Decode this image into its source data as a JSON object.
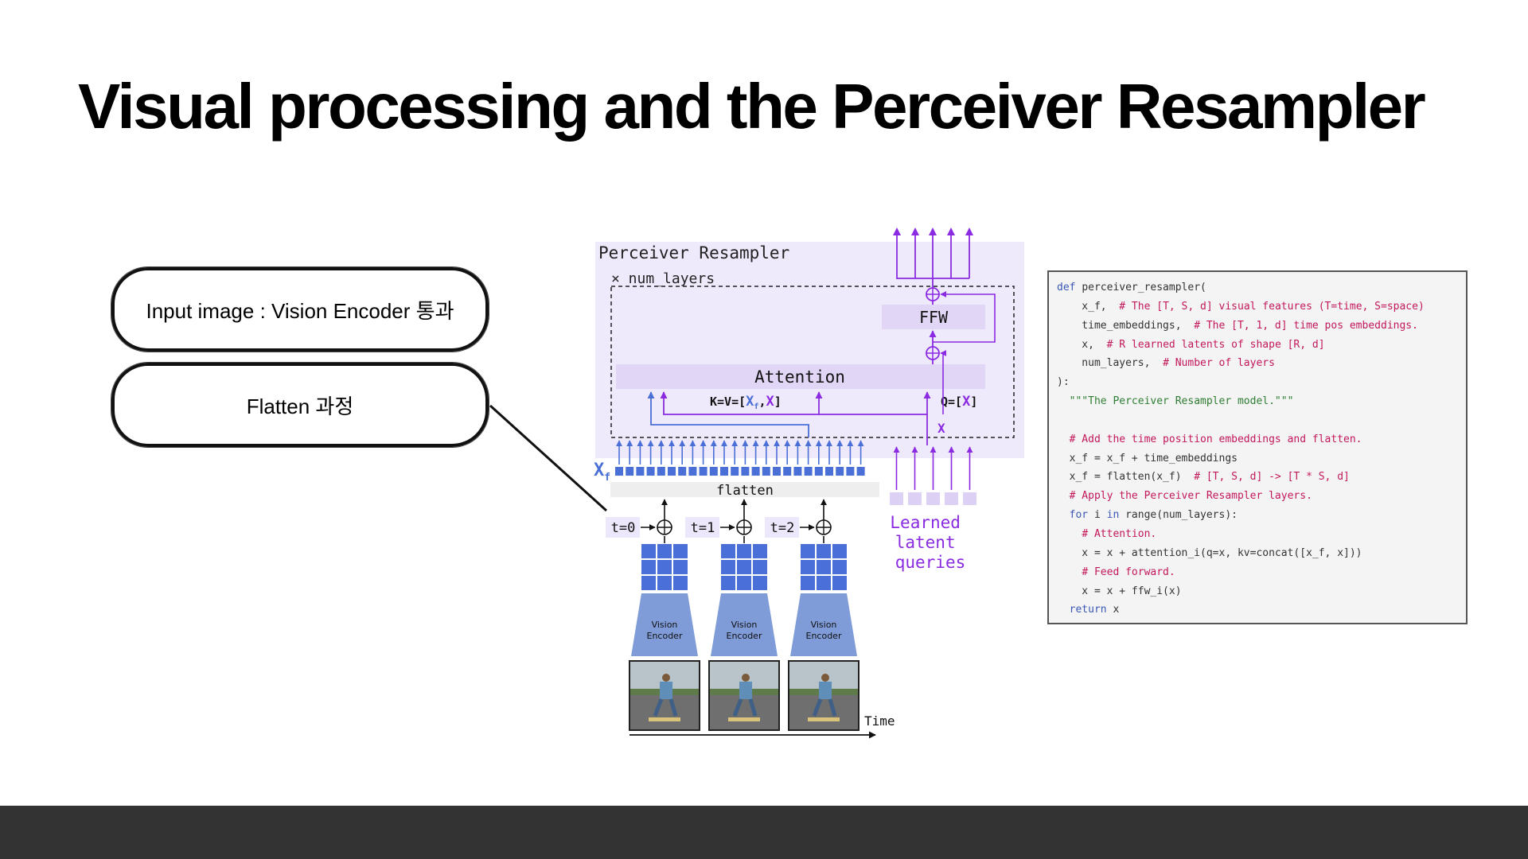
{
  "slide": {
    "title": "Visual processing and the Perceiver Resampler"
  },
  "callouts": [
    {
      "text": "Input image : Vision Encoder 통과"
    },
    {
      "text": "Flatten 과정"
    }
  ],
  "diagram": {
    "resampler_label": "Perceiver Resampler",
    "layers_label": "× num_layers",
    "ffw_label": "FFW",
    "attention_label": "Attention",
    "kv_prefix": "K=V=[",
    "kv_xf": "X",
    "kv_sub": "f",
    "kv_sep": ",",
    "kv_x": "X",
    "kv_suffix": "]",
    "q_prefix": "Q=[",
    "q_x": "X",
    "q_suffix": "]",
    "x_label": "X",
    "xf_label": "X",
    "xf_sub": "f",
    "flatten_label": "flatten",
    "time_steps": [
      "t=0",
      "t=1",
      "t=2"
    ],
    "encoder_label_line1": "Vision",
    "encoder_label_line2": "Encoder",
    "learned_lines": [
      "Learned",
      "latent",
      "queries"
    ],
    "time_label": "Time",
    "colors": {
      "purple": "#8a2be2",
      "blue": "#4a6fd6",
      "light_purple": "#ede7fb",
      "encoder_blue": "#7f9bd8"
    }
  },
  "code": {
    "lines": [
      [
        {
          "t": "def ",
          "c": "kw"
        },
        {
          "t": "perceiver_resampler("
        }
      ],
      [
        {
          "t": "    x_f,  "
        },
        {
          "t": "# The [T, S, d] visual features (T=time, S=space)",
          "c": "cm"
        }
      ],
      [
        {
          "t": "    time_embeddings,  "
        },
        {
          "t": "# The [T, 1, d] time pos embeddings.",
          "c": "cm"
        }
      ],
      [
        {
          "t": "    x,  "
        },
        {
          "t": "# R learned latents of shape [R, d]",
          "c": "cm"
        }
      ],
      [
        {
          "t": "    num_layers,  "
        },
        {
          "t": "# Number of layers",
          "c": "cm"
        }
      ],
      [
        {
          "t": "):"
        }
      ],
      [
        {
          "t": "  "
        },
        {
          "t": "\"\"\"The Perceiver Resampler model.\"\"\"",
          "c": "st"
        }
      ],
      [
        {
          "t": ""
        }
      ],
      [
        {
          "t": "  "
        },
        {
          "t": "# Add the time position embeddings and flatten.",
          "c": "cm"
        }
      ],
      [
        {
          "t": "  x_f = x_f + time_embeddings"
        }
      ],
      [
        {
          "t": "  x_f = flatten(x_f)  "
        },
        {
          "t": "# [T, S, d] -> [T * S, d]",
          "c": "cm"
        }
      ],
      [
        {
          "t": "  "
        },
        {
          "t": "# Apply the Perceiver Resampler layers.",
          "c": "cm"
        }
      ],
      [
        {
          "t": "  "
        },
        {
          "t": "for",
          "c": "kw"
        },
        {
          "t": " i "
        },
        {
          "t": "in",
          "c": "kw"
        },
        {
          "t": " range(num_layers):"
        }
      ],
      [
        {
          "t": "    "
        },
        {
          "t": "# Attention.",
          "c": "cm"
        }
      ],
      [
        {
          "t": "    x = x + attention_i(q=x, kv=concat([x_f, x]))"
        }
      ],
      [
        {
          "t": "    "
        },
        {
          "t": "# Feed forward.",
          "c": "cm"
        }
      ],
      [
        {
          "t": "    x = x + ffw_i(x)"
        }
      ],
      [
        {
          "t": "  "
        },
        {
          "t": "return",
          "c": "kw"
        },
        {
          "t": " x"
        }
      ]
    ]
  }
}
